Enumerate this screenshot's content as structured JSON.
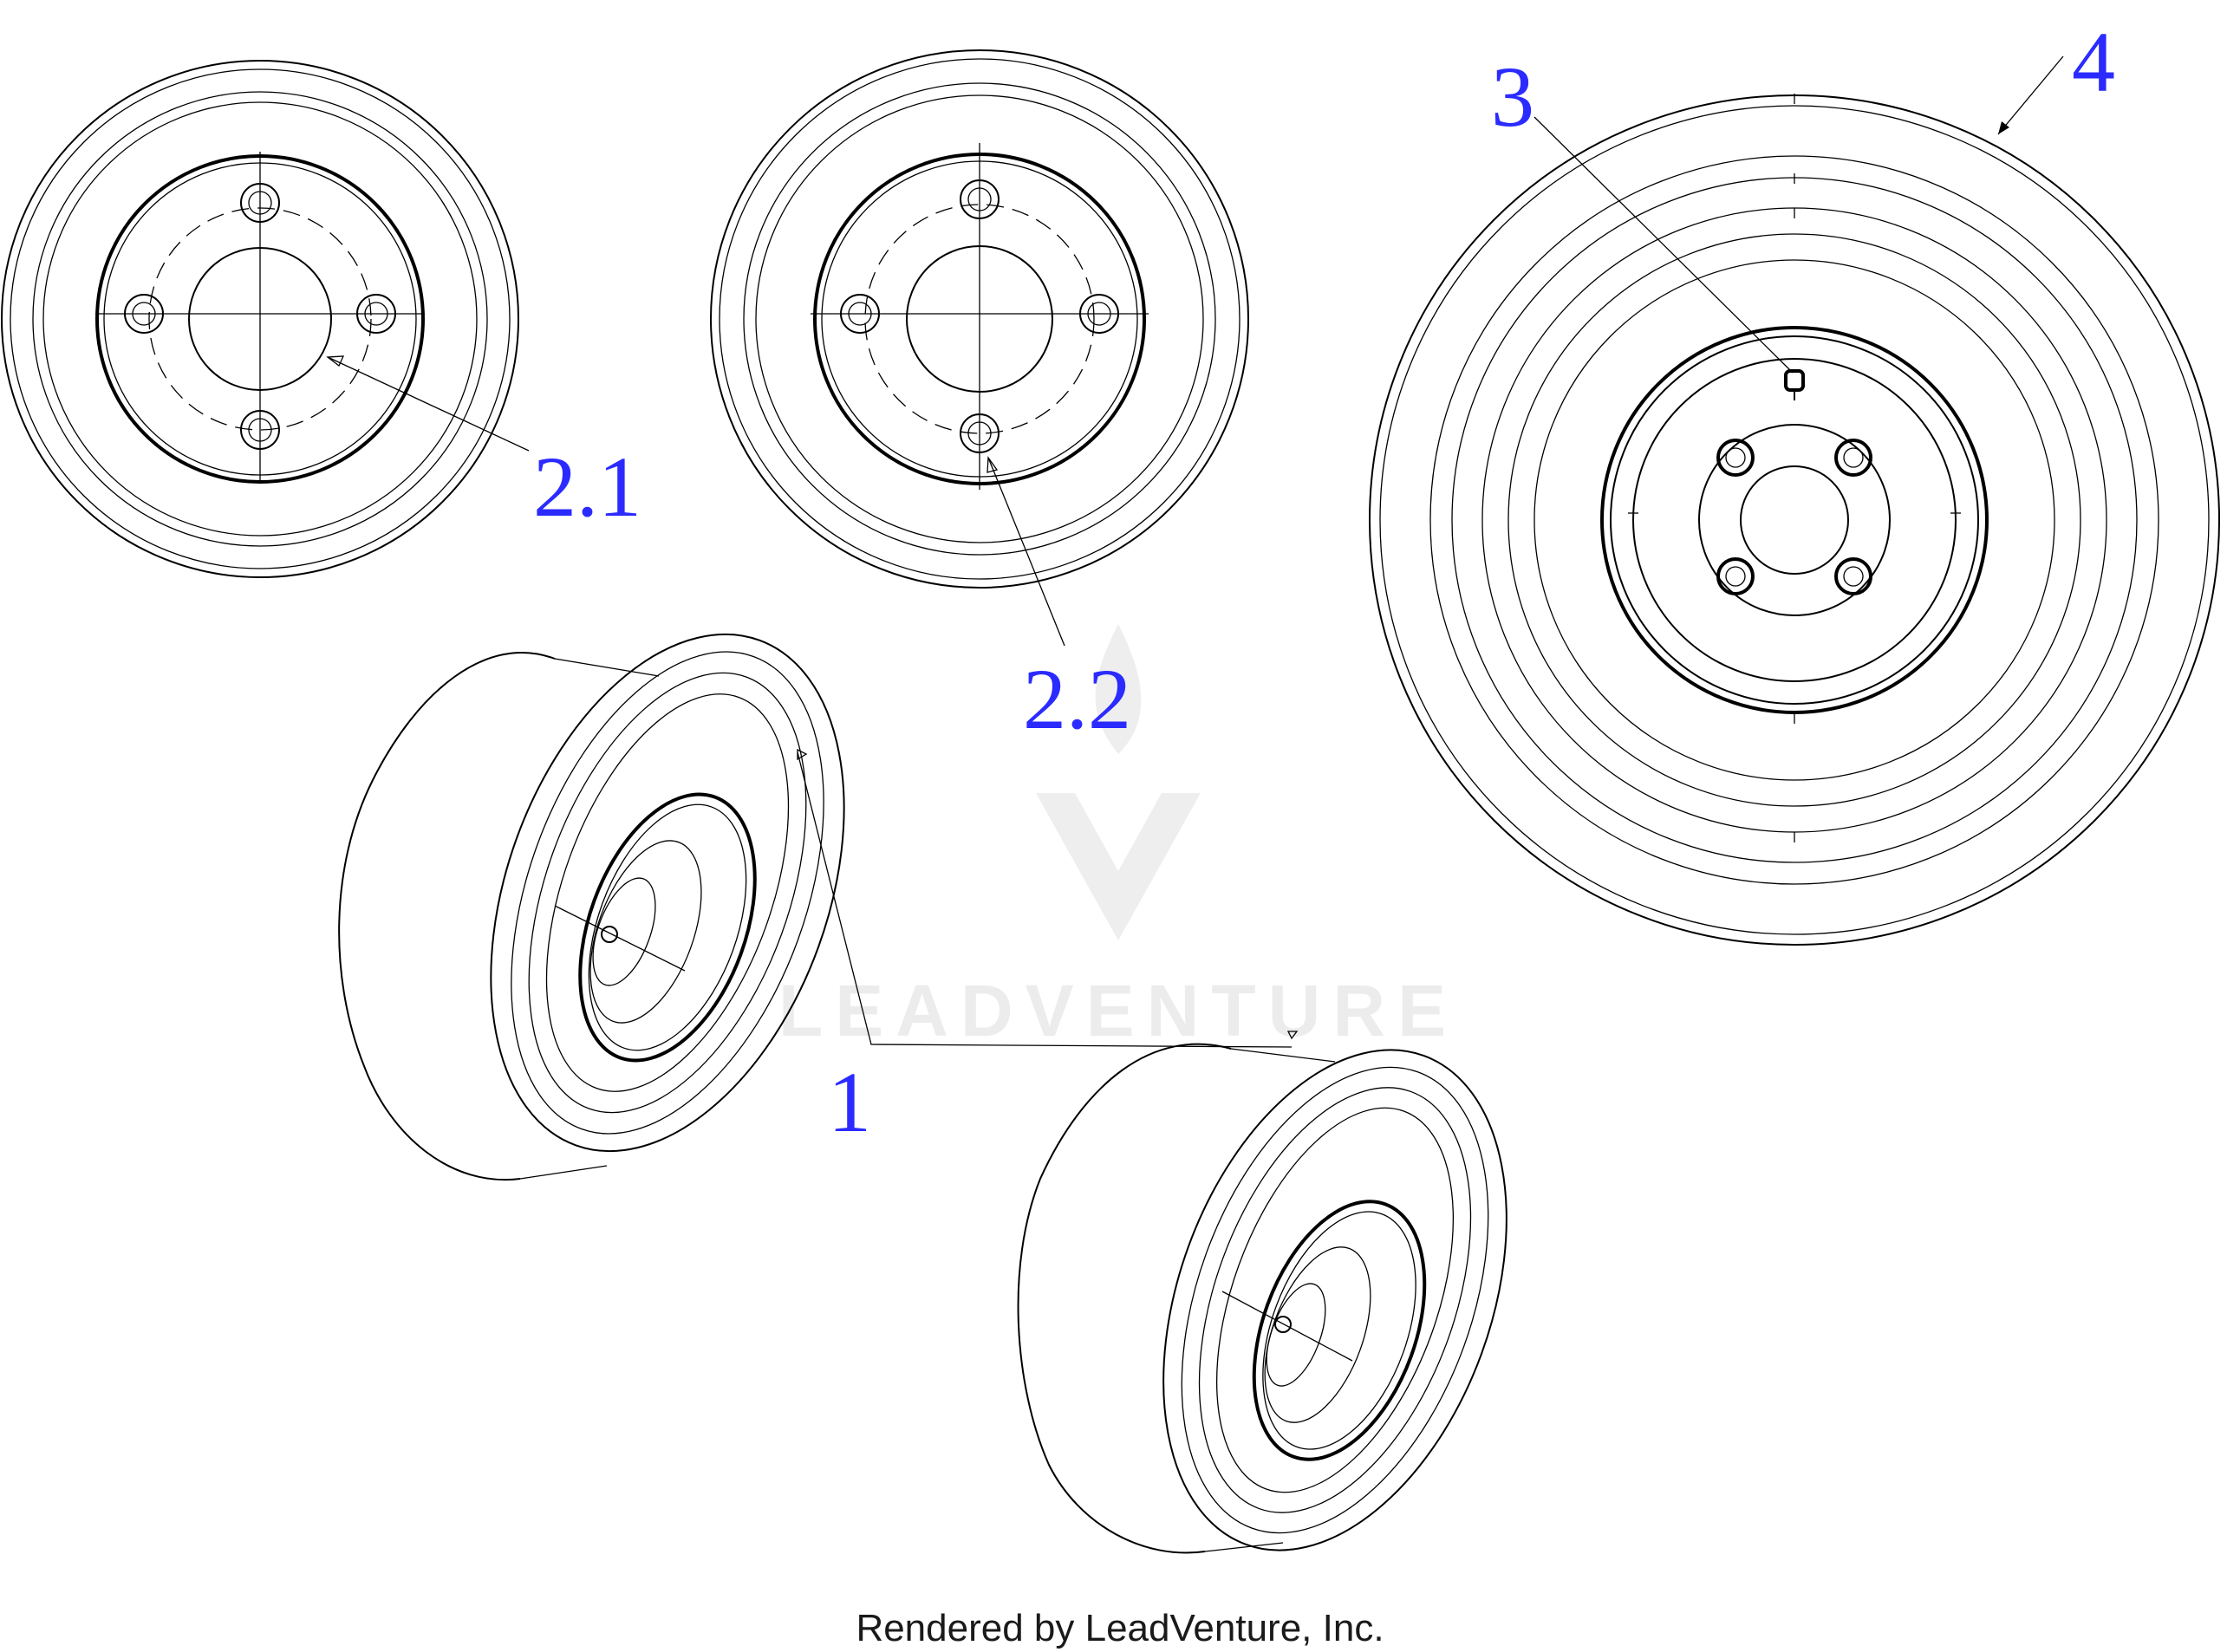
{
  "callouts": {
    "c1": "1",
    "c2_1": "2.1",
    "c2_2": "2.2",
    "c3": "3",
    "c4": "4"
  },
  "watermark": {
    "text": "LEADVENTURE"
  },
  "footer": {
    "text": "Rendered by LeadVenture, Inc."
  },
  "colors": {
    "callout": "#2b2bff",
    "line": "#000000",
    "background": "#ffffff",
    "watermark": "#ececec"
  }
}
